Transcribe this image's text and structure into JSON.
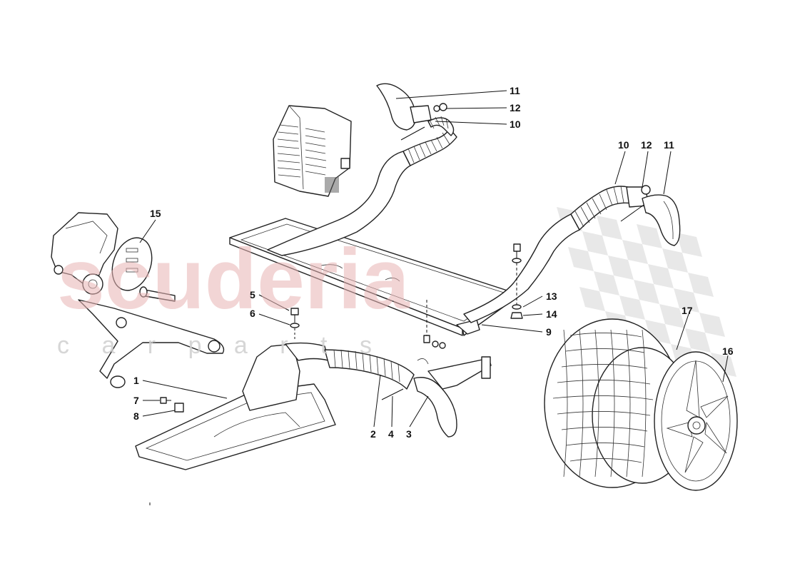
{
  "watermark": {
    "brand": "scuderia",
    "sub": "c a r p a r t s",
    "brand_color": "#e8b4b4",
    "sub_color": "#cfcfcf",
    "flag_color": "#d6d6d6"
  },
  "callouts": [
    {
      "id": "11a",
      "label": "11"
    },
    {
      "id": "12a",
      "label": "12"
    },
    {
      "id": "10a",
      "label": "10"
    },
    {
      "id": "10b",
      "label": "10"
    },
    {
      "id": "12b",
      "label": "12"
    },
    {
      "id": "11b",
      "label": "11"
    },
    {
      "id": "15",
      "label": "15"
    },
    {
      "id": "5",
      "label": "5"
    },
    {
      "id": "6",
      "label": "6"
    },
    {
      "id": "13",
      "label": "13"
    },
    {
      "id": "14",
      "label": "14"
    },
    {
      "id": "9",
      "label": "9"
    },
    {
      "id": "17",
      "label": "17"
    },
    {
      "id": "16",
      "label": "16"
    },
    {
      "id": "1",
      "label": "1"
    },
    {
      "id": "7",
      "label": "7"
    },
    {
      "id": "8",
      "label": "8"
    },
    {
      "id": "2",
      "label": "2"
    },
    {
      "id": "4",
      "label": "4"
    },
    {
      "id": "3",
      "label": "3"
    }
  ]
}
